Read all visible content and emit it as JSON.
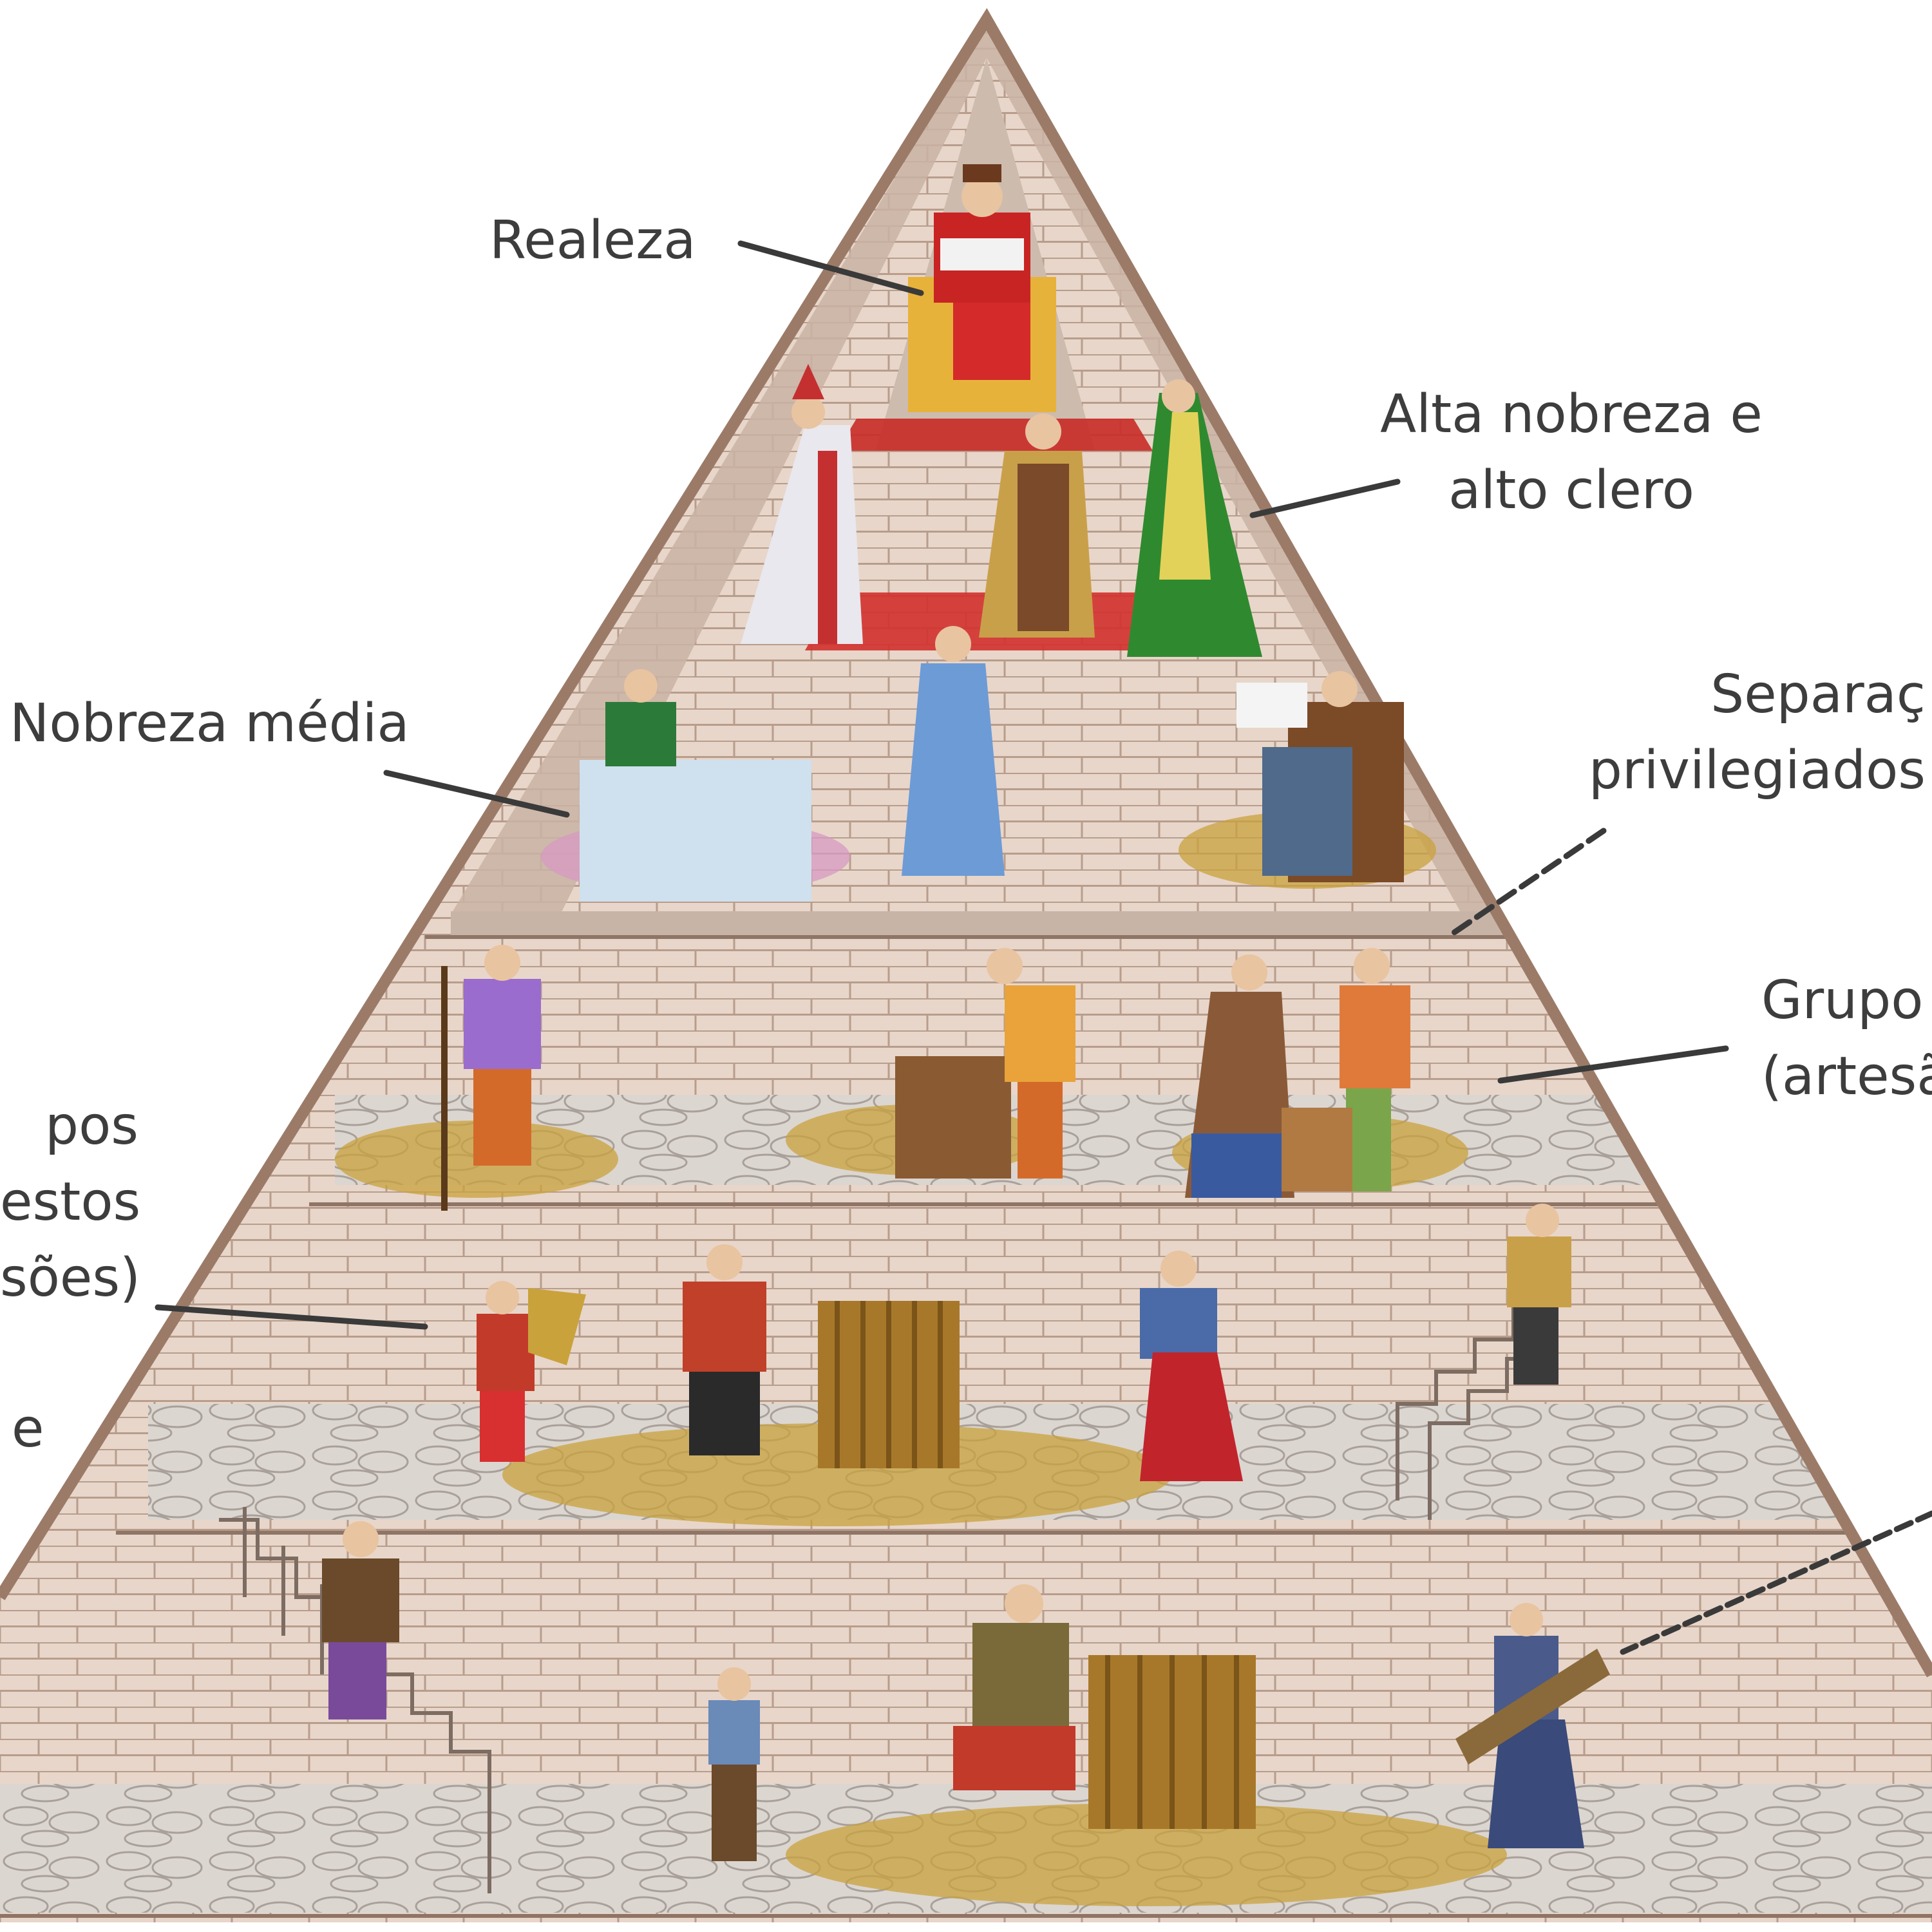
{
  "labels": {
    "realeza": "Realeza",
    "alta_nobreza": [
      "Alta nobreza e",
      "alto clero"
    ],
    "nobreza_media": "Nobreza média",
    "separacao": [
      "Separaç",
      "privilegiados"
    ],
    "grupo_direita": [
      "Grupo",
      "(artesã"
    ],
    "grupos_esquerda": [
      "pos",
      "estos",
      "sões)"
    ],
    "e_fragment": "e"
  },
  "colors": {
    "label_text": "#3d3d3d",
    "leader_line": "#3a3a3a",
    "pyramid_outline": "#9b7b68",
    "brick": "#e6d3c6",
    "mortar": "#b59a8a",
    "stone": "#d6d0cb",
    "straw": "#c8a23c",
    "red_carpet": "#d2312c"
  }
}
